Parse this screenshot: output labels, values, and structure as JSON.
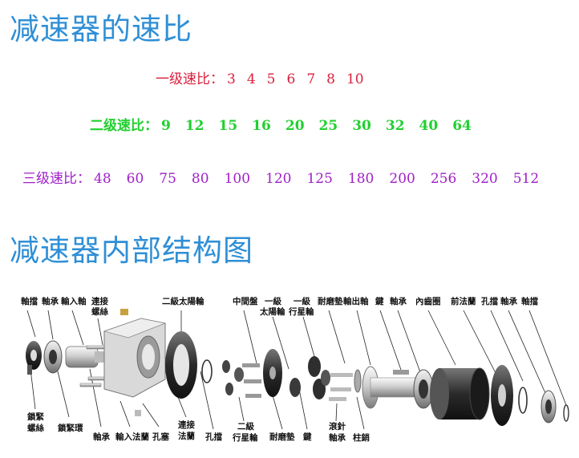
{
  "heading_ratio": "减速器的速比",
  "heading_structure": "减速器内部结构图",
  "ratios": {
    "first": {
      "label": "一级速比：",
      "values": [
        "3",
        "4",
        "5",
        "6",
        "7",
        "8",
        "10"
      ],
      "color": "#d8203c"
    },
    "second": {
      "label": "二级速比：",
      "values": [
        "9",
        "12",
        "15",
        "16",
        "20",
        "25",
        "30",
        "32",
        "40",
        "64"
      ],
      "color": "#22d030"
    },
    "third": {
      "label": "三级速比：",
      "values": [
        "48",
        "60",
        "75",
        "80",
        "100",
        "120",
        "125",
        "180",
        "200",
        "256",
        "320",
        "512"
      ],
      "color": "#a020c8"
    }
  },
  "diagram_labels": {
    "top": {
      "shaft_stop_1": "軸擋",
      "bearing_1": "軸承",
      "input_shaft": "輸入軸",
      "connecting_bolt_1": "連接",
      "connecting_bolt_2": "螺絲",
      "sun_gear_2": "二級太陽輪",
      "middle_plate": "中間盤",
      "sun_gear_1a": "一級",
      "sun_gear_1b": "太陽輪",
      "planet_gear_1a": "一級",
      "planet_gear_1b": "行星輪",
      "wear_washer_1": "耐磨墊",
      "output_shaft": "輸出軸",
      "key_1": "鍵",
      "bearing_2": "軸承",
      "ring_gear": "內齒圈",
      "front_flange": "前法蘭",
      "hole_stop": "孔擋",
      "bearing_3": "軸承",
      "shaft_stop_2": "軸擋"
    },
    "bottom": {
      "lock_nut_a": "鎖緊",
      "lock_nut_b": "螺絲",
      "lock_ring": "鎖緊環",
      "bearing_4": "軸承",
      "input_flange": "輸入法蘭",
      "hole_plug": "孔塞",
      "connecting_flange_a": "連接",
      "connecting_flange_b": "法蘭",
      "hole_stop_2": "孔擋",
      "planet_gear_2a": "二級",
      "planet_gear_2b": "行星輪",
      "wear_washer_2": "耐磨墊",
      "key_2": "鍵",
      "needle_bearing_a": "滾針",
      "needle_bearing_b": "軸承",
      "cylinder_pin": "柱銷"
    }
  }
}
